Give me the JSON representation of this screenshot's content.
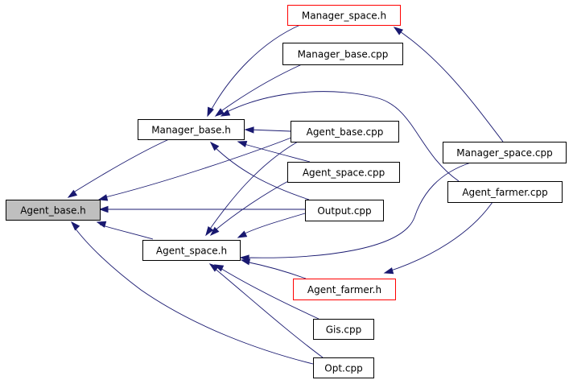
{
  "diagram": {
    "colors": {
      "node_border": "#000000",
      "node_border_highlight": "#ff0000",
      "node_fill": "#ffffff",
      "node_fill_selected": "#bfbfbf",
      "edge": "#191970"
    },
    "nodes": [
      {
        "id": "agent_base_h",
        "label": "Agent_base.h",
        "style": "selected"
      },
      {
        "id": "manager_base_h",
        "label": "Manager_base.h",
        "style": "normal"
      },
      {
        "id": "agent_space_h",
        "label": "Agent_space.h",
        "style": "normal"
      },
      {
        "id": "manager_space_h",
        "label": "Manager_space.h",
        "style": "highlight"
      },
      {
        "id": "manager_base_cpp",
        "label": "Manager_base.cpp",
        "style": "normal"
      },
      {
        "id": "agent_base_cpp",
        "label": "Agent_base.cpp",
        "style": "normal"
      },
      {
        "id": "agent_space_cpp",
        "label": "Agent_space.cpp",
        "style": "normal"
      },
      {
        "id": "output_cpp",
        "label": "Output.cpp",
        "style": "normal"
      },
      {
        "id": "agent_farmer_h",
        "label": "Agent_farmer.h",
        "style": "highlight"
      },
      {
        "id": "gis_cpp",
        "label": "Gis.cpp",
        "style": "normal"
      },
      {
        "id": "opt_cpp",
        "label": "Opt.cpp",
        "style": "normal"
      },
      {
        "id": "manager_space_cpp",
        "label": "Manager_space.cpp",
        "style": "normal"
      },
      {
        "id": "agent_farmer_cpp",
        "label": "Agent_farmer.cpp",
        "style": "normal"
      }
    ],
    "edges": [
      {
        "from": "agent_base_h",
        "to": "manager_base_h"
      },
      {
        "from": "agent_base_h",
        "to": "agent_space_h"
      },
      {
        "from": "agent_base_h",
        "to": "agent_base_cpp"
      },
      {
        "from": "agent_base_h",
        "to": "output_cpp"
      },
      {
        "from": "agent_base_h",
        "to": "opt_cpp"
      },
      {
        "from": "manager_base_h",
        "to": "manager_space_h"
      },
      {
        "from": "manager_base_h",
        "to": "manager_base_cpp"
      },
      {
        "from": "manager_base_h",
        "to": "agent_base_cpp"
      },
      {
        "from": "manager_base_h",
        "to": "agent_space_cpp"
      },
      {
        "from": "manager_base_h",
        "to": "output_cpp"
      },
      {
        "from": "manager_base_h",
        "to": "agent_farmer_cpp"
      },
      {
        "from": "agent_space_h",
        "to": "agent_base_cpp"
      },
      {
        "from": "agent_space_h",
        "to": "agent_space_cpp"
      },
      {
        "from": "agent_space_h",
        "to": "output_cpp"
      },
      {
        "from": "agent_space_h",
        "to": "manager_space_cpp"
      },
      {
        "from": "agent_space_h",
        "to": "agent_farmer_h"
      },
      {
        "from": "agent_space_h",
        "to": "gis_cpp"
      },
      {
        "from": "agent_space_h",
        "to": "opt_cpp"
      },
      {
        "from": "manager_space_h",
        "to": "manager_space_cpp"
      },
      {
        "from": "agent_farmer_h",
        "to": "agent_farmer_cpp"
      }
    ]
  }
}
